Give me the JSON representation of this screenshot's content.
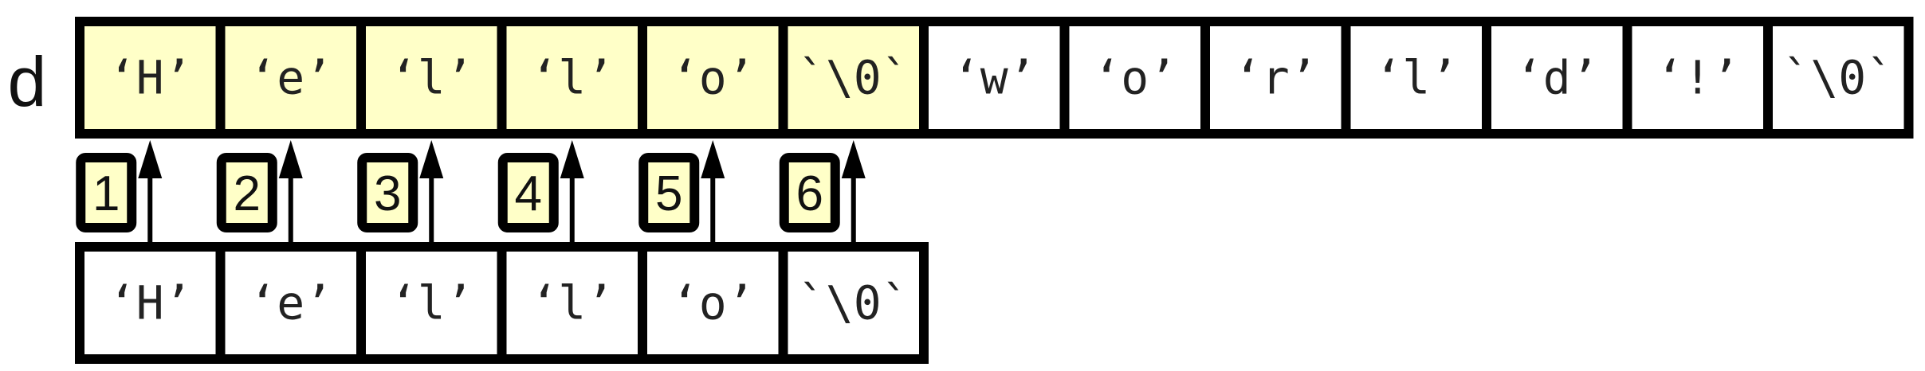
{
  "destination": {
    "label": "d",
    "cells": [
      "‘H’",
      "‘e’",
      "‘l’",
      "‘l’",
      "‘o’",
      "`\\0`",
      "‘w’",
      "‘o’",
      "‘r’",
      "‘l’",
      "‘d’",
      "‘!’",
      "`\\0`"
    ],
    "highlighted_count": 6
  },
  "source": {
    "cells": [
      "‘H’",
      "‘e’",
      "‘l’",
      "‘l’",
      "‘o’",
      "`\\0`"
    ]
  },
  "steps": [
    "1",
    "2",
    "3",
    "4",
    "5",
    "6"
  ],
  "colors": {
    "highlight": "#ffffc8",
    "plain": "#ffffff",
    "stroke": "#000000"
  }
}
